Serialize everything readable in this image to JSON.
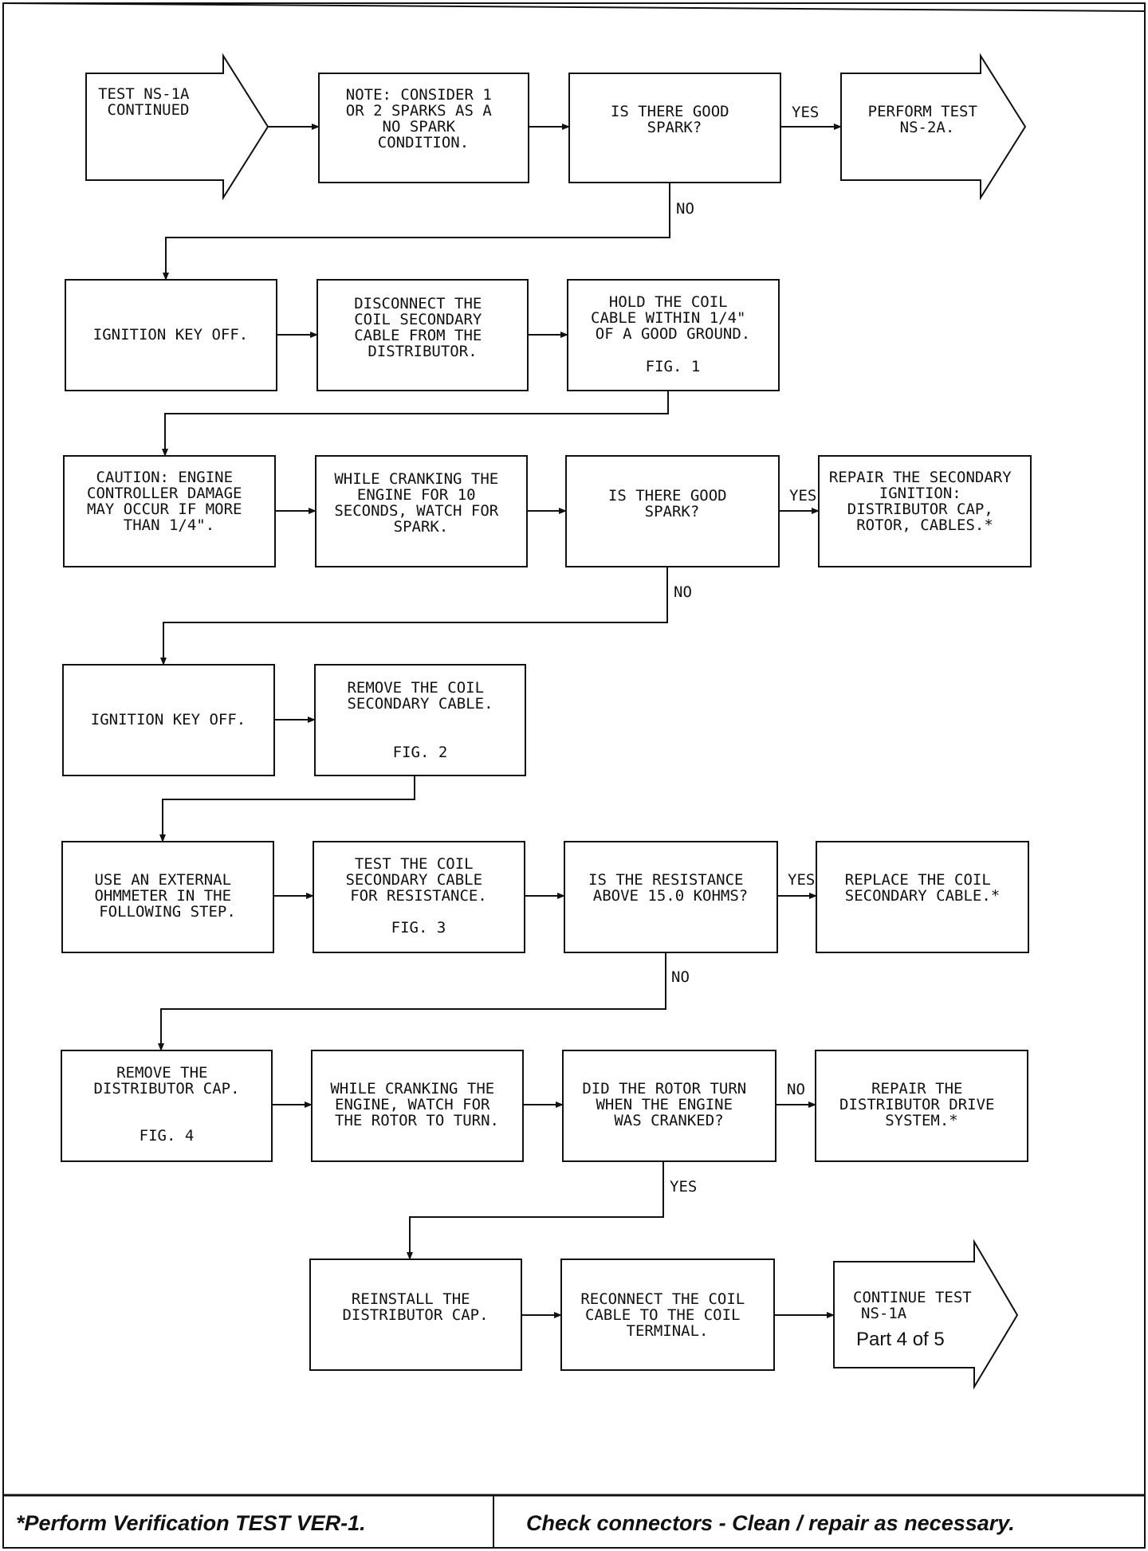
{
  "steps": {
    "s1": [
      "TEST NS-1A",
      "CONTINUED"
    ],
    "s2": [
      "NOTE: CONSIDER 1",
      "OR 2 SPARKS AS A",
      "NO SPARK",
      "CONDITION."
    ],
    "s3": [
      "IS THERE GOOD",
      "SPARK?"
    ],
    "s4": [
      "PERFORM TEST",
      "NS-2A."
    ],
    "s5": [
      "IGNITION KEY OFF."
    ],
    "s6": [
      "DISCONNECT THE",
      "COIL SECONDARY",
      "CABLE FROM THE",
      "DISTRIBUTOR."
    ],
    "s7": [
      "HOLD THE COIL",
      "CABLE WITHIN 1/4\"",
      "OF A GOOD GROUND."
    ],
    "s7_fig": "FIG. 1",
    "s8": [
      "CAUTION: ENGINE",
      "CONTROLLER DAMAGE",
      "MAY OCCUR IF MORE",
      "THAN 1/4\"."
    ],
    "s9": [
      "WHILE CRANKING THE",
      "ENGINE FOR 10",
      "SECONDS, WATCH FOR",
      "SPARK."
    ],
    "s10": [
      "IS THERE GOOD",
      "SPARK?"
    ],
    "s11": [
      "REPAIR THE SECONDARY",
      "IGNITION:",
      "DISTRIBUTOR CAP,",
      "ROTOR, CABLES.*"
    ],
    "s12": [
      "IGNITION KEY OFF."
    ],
    "s13": [
      "REMOVE THE COIL",
      "SECONDARY CABLE."
    ],
    "s13_fig": "FIG. 2",
    "s14": [
      "USE AN EXTERNAL",
      "OHMMETER IN THE",
      "FOLLOWING STEP."
    ],
    "s15": [
      "TEST THE COIL",
      "SECONDARY CABLE",
      "FOR RESISTANCE."
    ],
    "s15_fig": "FIG. 3",
    "s16": [
      "IS THE RESISTANCE",
      "ABOVE 15.0 KOHMS?"
    ],
    "s17": [
      "REPLACE THE COIL",
      "SECONDARY CABLE.*"
    ],
    "s18": [
      "REMOVE THE",
      "DISTRIBUTOR CAP."
    ],
    "s18_fig": "FIG. 4",
    "s19": [
      "WHILE CRANKING THE",
      "ENGINE, WATCH FOR",
      "THE ROTOR TO TURN."
    ],
    "s20": [
      "DID THE ROTOR TURN",
      "WHEN THE ENGINE",
      "WAS CRANKED?"
    ],
    "s21": [
      "REPAIR THE",
      "DISTRIBUTOR DRIVE",
      "SYSTEM.*"
    ],
    "s22": [
      "REINSTALL THE",
      "DISTRIBUTOR CAP."
    ],
    "s23": [
      "RECONNECT THE COIL",
      "CABLE TO THE COIL",
      "TERMINAL."
    ],
    "s24": [
      "CONTINUE TEST",
      "NS-1A"
    ],
    "s24_part": "Part 4 of 5"
  },
  "labels": {
    "yes": "YES",
    "no": "NO"
  },
  "footer": {
    "left": "*Perform Verification TEST VER-1.",
    "right": "Check connectors - Clean / repair as necessary."
  }
}
